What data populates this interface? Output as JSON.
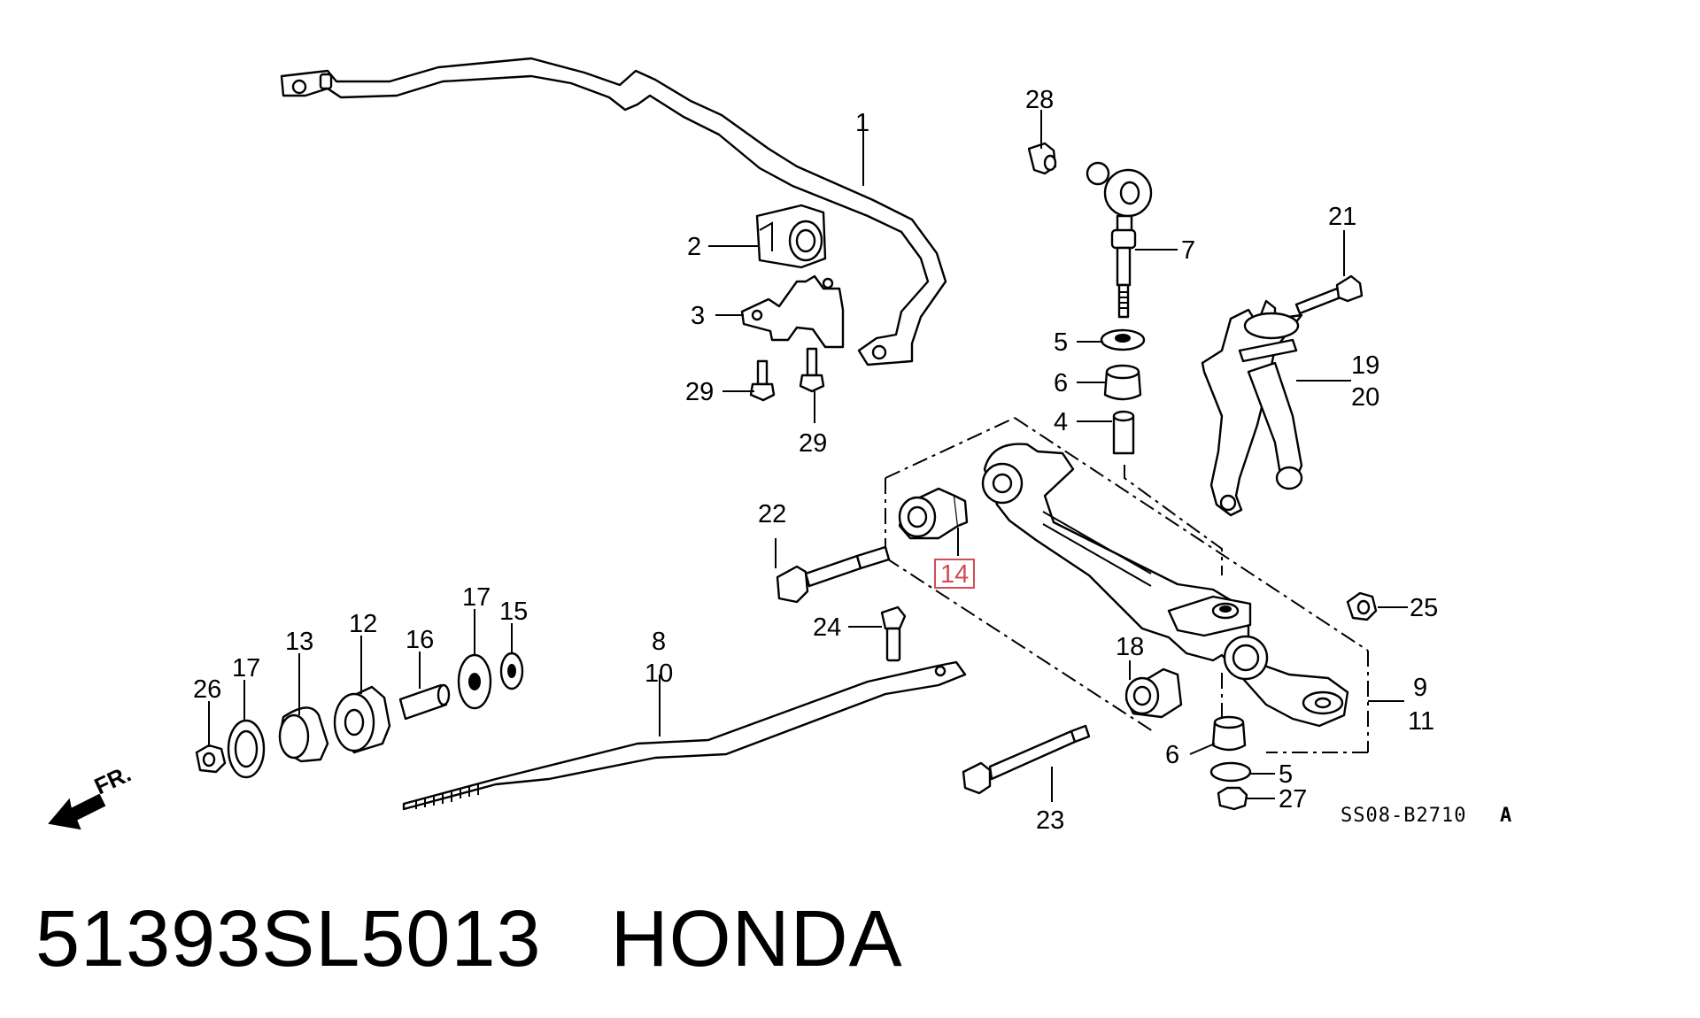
{
  "diagram": {
    "callouts": [
      "1",
      "2",
      "3",
      "29",
      "29",
      "28",
      "7",
      "5",
      "6",
      "4",
      "21",
      "19",
      "20",
      "22",
      "14",
      "24",
      "25",
      "9",
      "11",
      "18",
      "8",
      "10",
      "17",
      "13",
      "12",
      "16",
      "17",
      "15",
      "26",
      "6",
      "5",
      "27",
      "23"
    ],
    "highlighted_callout": "14",
    "highlight_color": "#d24b55",
    "drawing_code": "SS08-B2710",
    "drawing_code_suffix": "A",
    "direction_label": "FR."
  },
  "footer": {
    "part_number": "51393SL5013",
    "brand": "HONDA"
  }
}
